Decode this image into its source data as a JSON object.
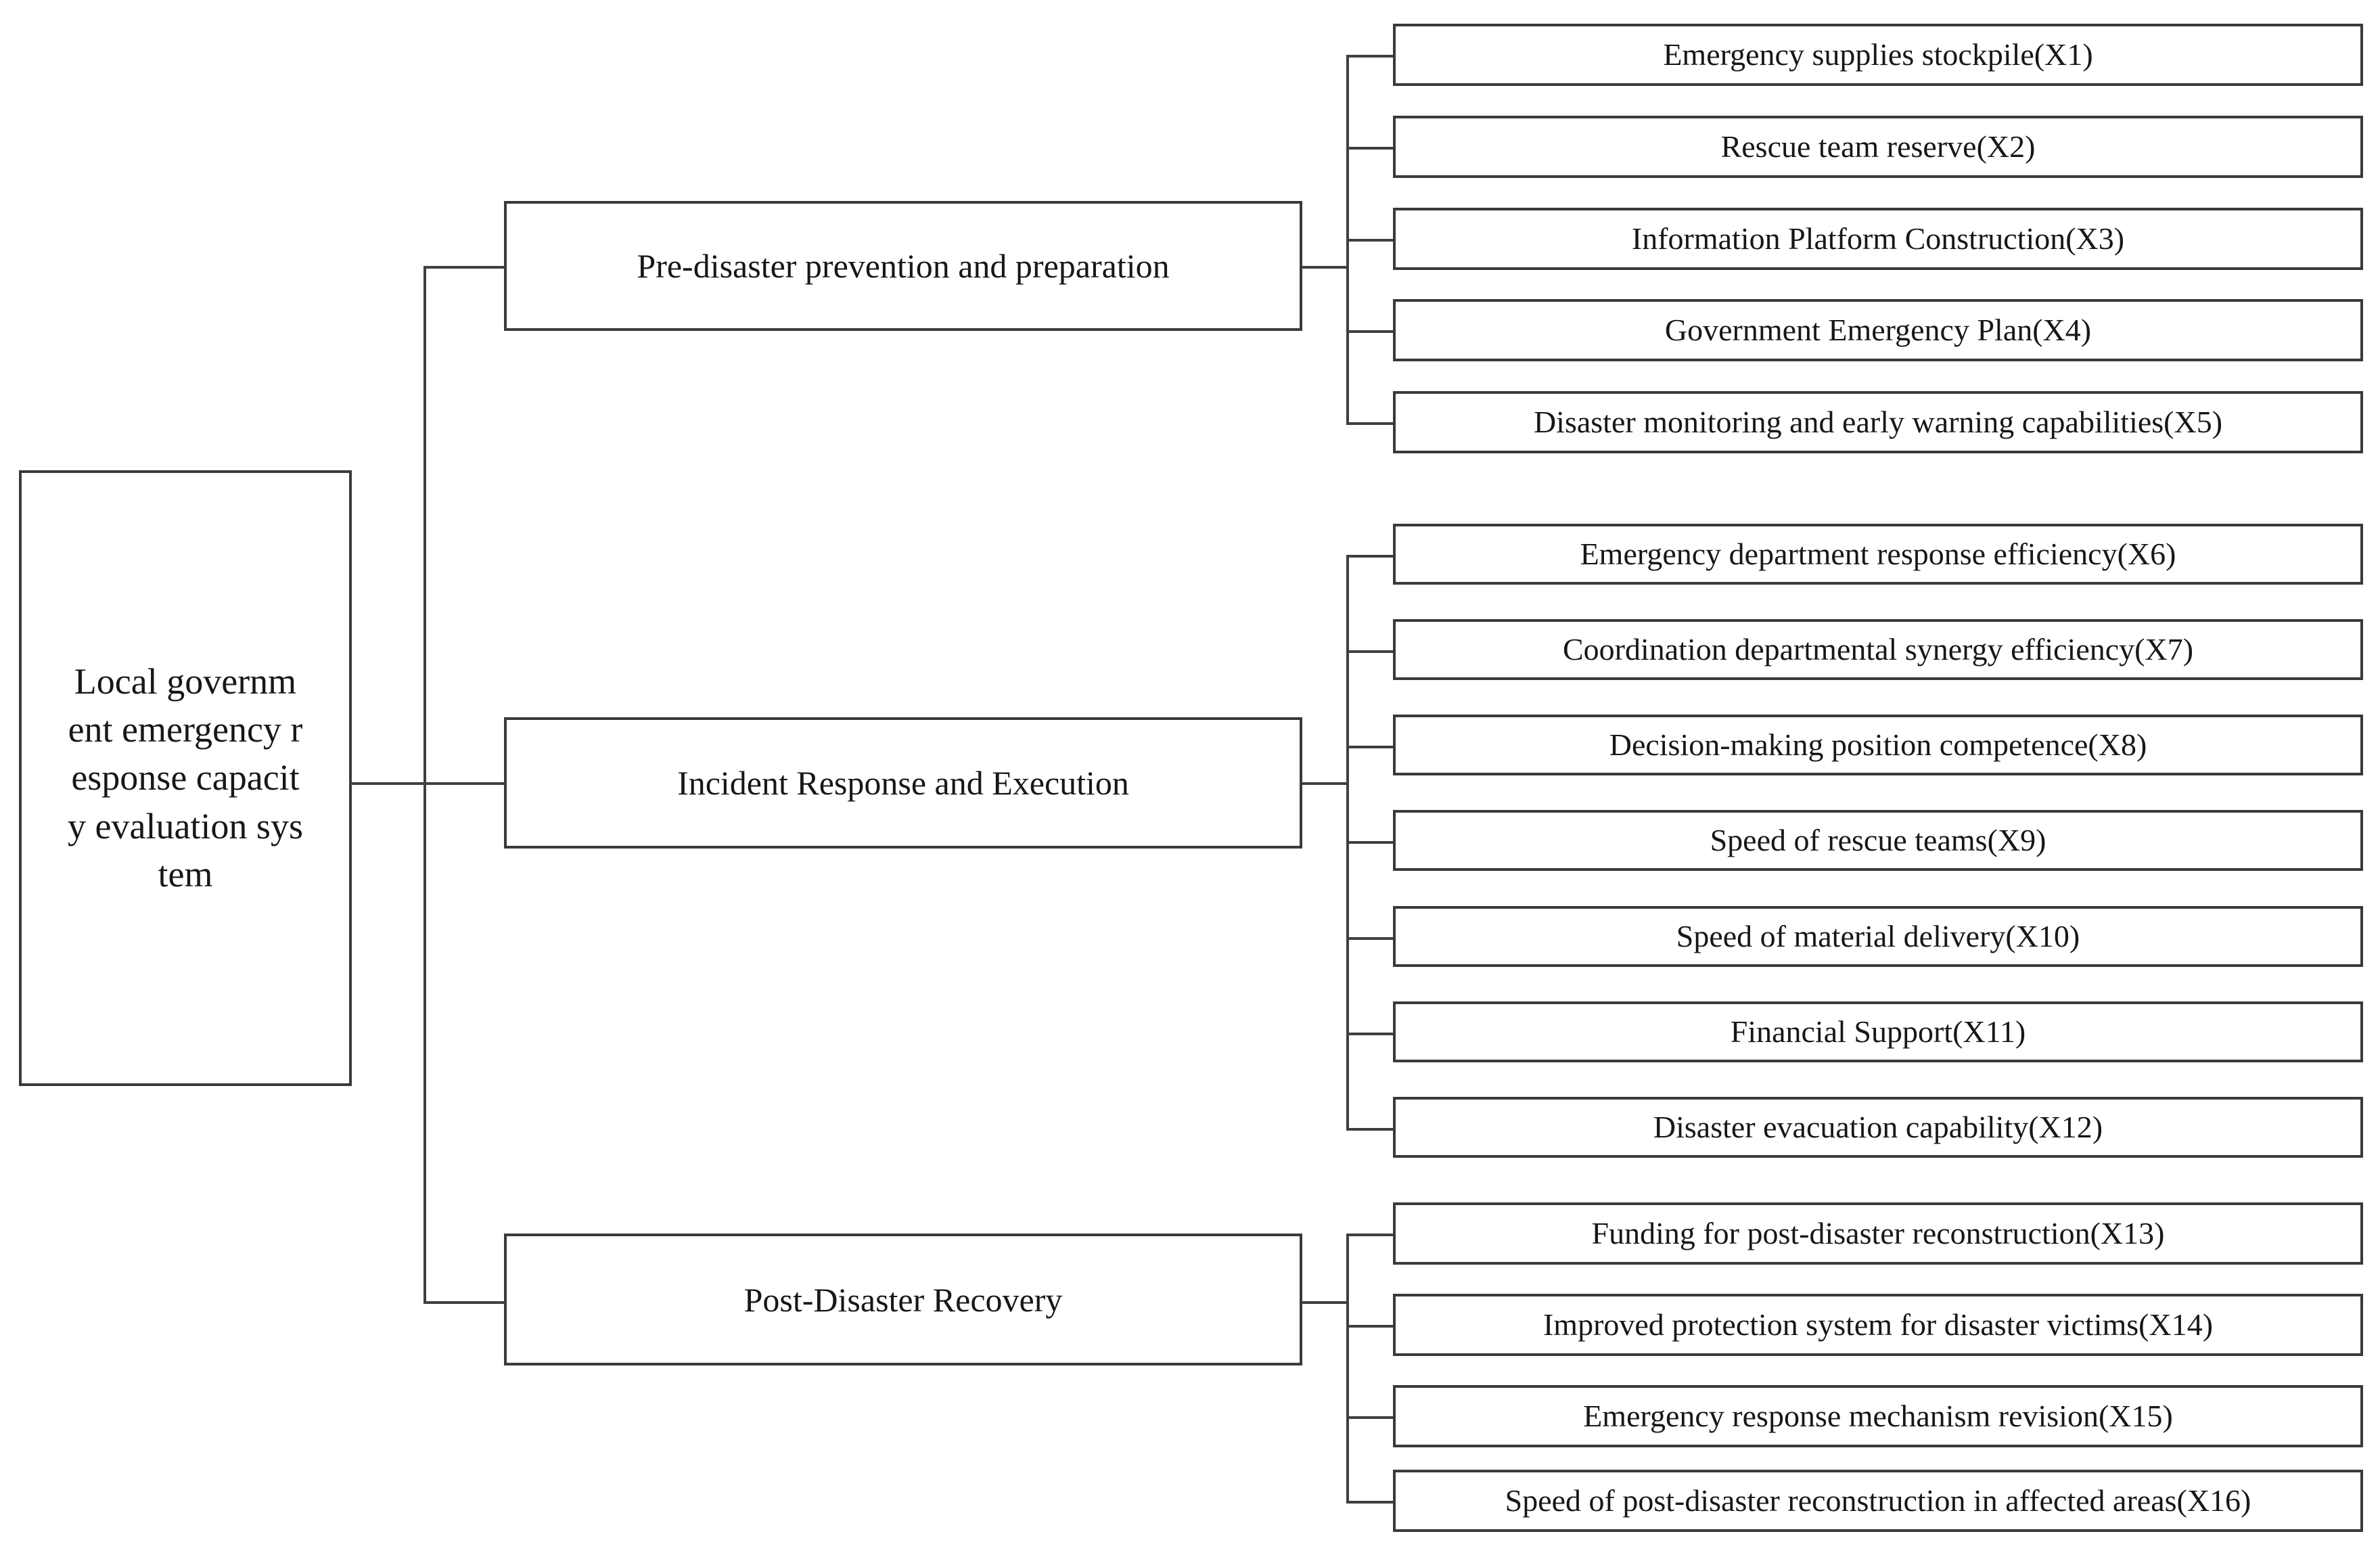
{
  "diagram": {
    "type": "hierarchy-tree",
    "orientation": "left-to-right",
    "title": "Local government emergency response capacity evaluation system",
    "levels": 3,
    "colors": {
      "background": "#ffffff",
      "box_border": "#3a3a3a",
      "connector": "#3f3f3f",
      "text": "#171717"
    }
  },
  "root": {
    "label": "Local governm\nent emergency r\nesponse capacit\ny evaluation sys\ntem",
    "plain_label": "Local government emergency response capacity evaluation system"
  },
  "categories": [
    {
      "id": "C1",
      "label": "Pre-disaster prevention and preparation",
      "indicators": [
        {
          "code": "X1",
          "label": "Emergency supplies stockpile(X1)"
        },
        {
          "code": "X2",
          "label": "Rescue team reserve(X2)"
        },
        {
          "code": "X3",
          "label": "Information Platform Construction(X3)"
        },
        {
          "code": "X4",
          "label": "Government Emergency  Plan(X4)"
        },
        {
          "code": "X5",
          "label": "Disaster monitoring and early warning capabilities(X5)"
        }
      ]
    },
    {
      "id": "C2",
      "label": "Incident Response and Execution",
      "indicators": [
        {
          "code": "X6",
          "label": "Emergency department response efficiency(X6)"
        },
        {
          "code": "X7",
          "label": "Coordination departmental synergy efficiency(X7)"
        },
        {
          "code": "X8",
          "label": "Decision-making position competence(X8)"
        },
        {
          "code": "X9",
          "label": "Speed of rescue teams(X9)"
        },
        {
          "code": "X10",
          "label": "Speed of material delivery(X10)"
        },
        {
          "code": "X11",
          "label": "Financial Support(X11)"
        },
        {
          "code": "X12",
          "label": "Disaster evacuation capability(X12)"
        }
      ]
    },
    {
      "id": "C3",
      "label": "Post-Disaster Recovery",
      "indicators": [
        {
          "code": "X13",
          "label": "Funding for post-disaster reconstruction(X13)"
        },
        {
          "code": "X14",
          "label": "Improved protection system for disaster victims(X14)"
        },
        {
          "code": "X15",
          "label": "Emergency response mechanism revision(X15)"
        },
        {
          "code": "X16",
          "label": "Speed of post-disaster reconstruction in affected areas(X16)"
        }
      ]
    }
  ]
}
